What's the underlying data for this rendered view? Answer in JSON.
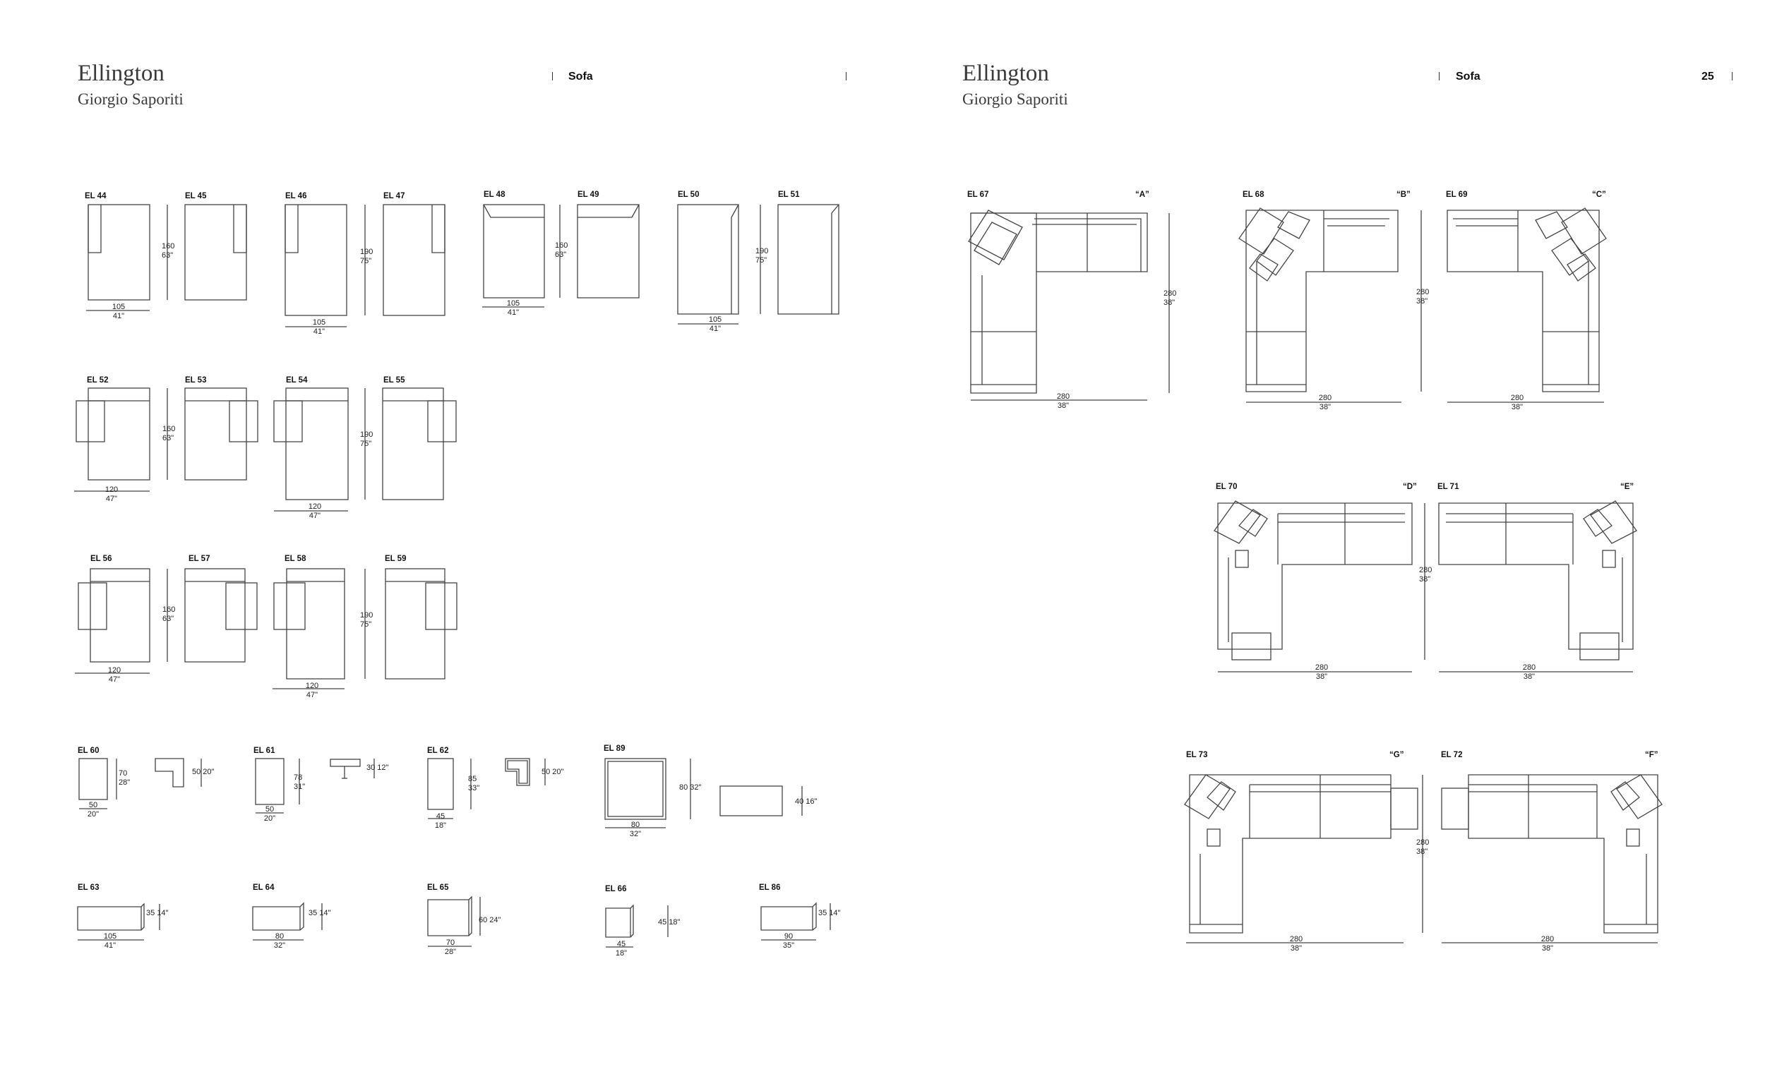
{
  "left_page": {
    "brand": "Ellington",
    "designer": "Giorgio Saporiti",
    "category": "Sofa",
    "items": [
      {
        "code": "EL 44"
      },
      {
        "code": "EL 45"
      },
      {
        "code": "EL 46"
      },
      {
        "code": "EL 47"
      },
      {
        "code": "EL 48"
      },
      {
        "code": "EL 49"
      },
      {
        "code": "EL 50"
      },
      {
        "code": "EL 51"
      },
      {
        "code": "EL 52"
      },
      {
        "code": "EL 53"
      },
      {
        "code": "EL 54"
      },
      {
        "code": "EL 55"
      },
      {
        "code": "EL 56"
      },
      {
        "code": "EL 57"
      },
      {
        "code": "EL 58"
      },
      {
        "code": "EL 59"
      },
      {
        "code": "EL 60"
      },
      {
        "code": "EL 61"
      },
      {
        "code": "EL 62"
      },
      {
        "code": "EL 89"
      },
      {
        "code": "EL 63"
      },
      {
        "code": "EL 64"
      },
      {
        "code": "EL 65"
      },
      {
        "code": "EL 66"
      },
      {
        "code": "EL 86"
      }
    ],
    "dimensions": {
      "w105": [
        "105",
        "41\""
      ],
      "h160": [
        "160",
        "63\""
      ],
      "h190": [
        "190",
        "75\""
      ],
      "w120": [
        "120",
        "47\""
      ],
      "el60_h": [
        "70",
        "28\""
      ],
      "el60_w": [
        "50",
        "20\""
      ],
      "el60_d": "50 20\"",
      "el61_h": [
        "78",
        "31\""
      ],
      "el61_w": [
        "50",
        "20\""
      ],
      "el61_d": "30 12\"",
      "el62_h": [
        "85",
        "33\""
      ],
      "el62_w": [
        "45",
        "18\""
      ],
      "el62_d": "50 20\"",
      "el89_h": "80 32\"",
      "el89_w": [
        "80",
        "32\""
      ],
      "el89_d": "40 16\"",
      "el63_h": "35 14\"",
      "el63_w": [
        "105",
        "41\""
      ],
      "el64_h": "35 14\"",
      "el64_w": [
        "80",
        "32\""
      ],
      "el65_h": "60 24\"",
      "el65_w": [
        "70",
        "28\""
      ],
      "el66_h": "45 18\"",
      "el66_w": [
        "45",
        "18\""
      ],
      "el86_h": "35 14\"",
      "el86_w": [
        "90",
        "35\""
      ]
    }
  },
  "right_page": {
    "brand": "Ellington",
    "designer": "Giorgio Saporiti",
    "category": "Sofa",
    "page_number": "25",
    "compositions": [
      {
        "code": "EL 67",
        "letter": "“A”"
      },
      {
        "code": "EL 68",
        "letter": "“B”"
      },
      {
        "code": "EL 69",
        "letter": "“C”"
      },
      {
        "code": "EL 70",
        "letter": "“D”"
      },
      {
        "code": "EL 71",
        "letter": "“E”"
      },
      {
        "code": "EL 73",
        "letter": "“G”"
      },
      {
        "code": "EL 72",
        "letter": "“F”"
      }
    ],
    "dimension": [
      "280",
      "38\""
    ]
  }
}
